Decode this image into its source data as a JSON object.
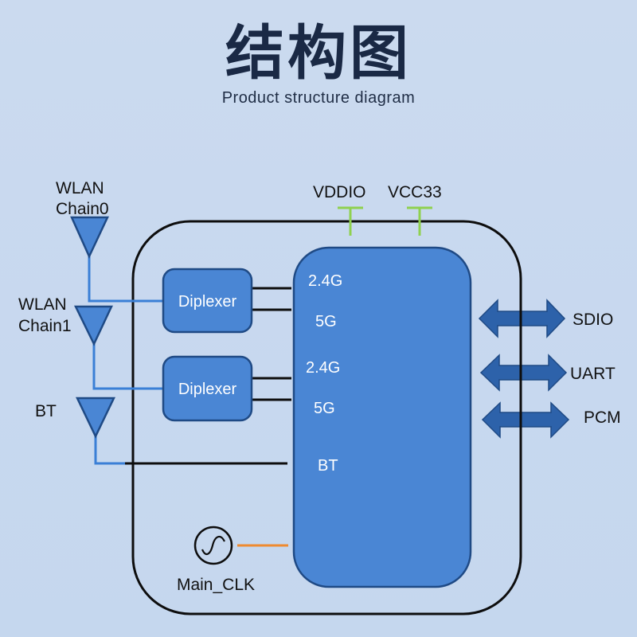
{
  "header": {
    "title": "结构图",
    "subtitle": "Product structure diagram"
  },
  "antennas": [
    {
      "label_line1": "WLAN",
      "label_line2": "Chain0"
    },
    {
      "label_line1": "WLAN",
      "label_line2": "Chain1"
    },
    {
      "label_line1": "BT",
      "label_line2": ""
    }
  ],
  "diplexers": [
    {
      "label": "Diplexer"
    },
    {
      "label": "Diplexer"
    }
  ],
  "power": {
    "vddio": "VDDIO",
    "vcc33": "VCC33"
  },
  "chip": {
    "ports": [
      "2.4G",
      "5G",
      "2.4G",
      "5G",
      "BT"
    ]
  },
  "interfaces": [
    "SDIO",
    "UART",
    "PCM"
  ],
  "clock": {
    "label": "Main_CLK",
    "icon": "sine-oscillator-icon"
  },
  "colors": {
    "background": "#c9d9ef",
    "block_fill": "#4a86d4",
    "block_border": "#1f4a85",
    "arrow_fill": "#2d62aa",
    "rf_line": "#3a7fd6",
    "power_line": "#8fd14f",
    "clock_line": "#ef8a2f",
    "title": "#1a2945"
  }
}
